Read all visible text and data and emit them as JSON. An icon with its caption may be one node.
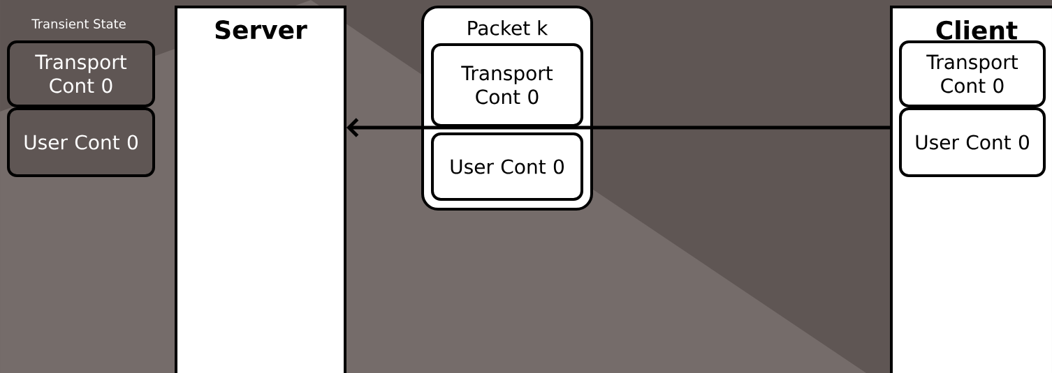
{
  "diagram": {
    "nodes": [
      {
        "text": [
          "Server"
        ]
      },
      {
        "text": [
          "Client"
        ]
      },
      {
        "text": [
          "Packet k"
        ]
      },
      {
        "text": [
          "Transport Cont 0"
        ],
        "in": 2
      },
      {
        "text": [
          "User Cont 0"
        ],
        "in": 2
      },
      {
        "text": [
          "Transport Cont 0"
        ],
        "in": 1
      },
      {
        "text": [
          "User Cont 0"
        ],
        "in": 1
      },
      {
        "text": [
          "Transport Cont 0"
        ]
      },
      {
        "text": [
          "User Cont 0"
        ]
      }
    ],
    "edges": [
      {
        "from": 1,
        "to": 0,
        "arrow": "to"
      }
    ],
    "labels": [
      "Transient State"
    ]
  }
}
